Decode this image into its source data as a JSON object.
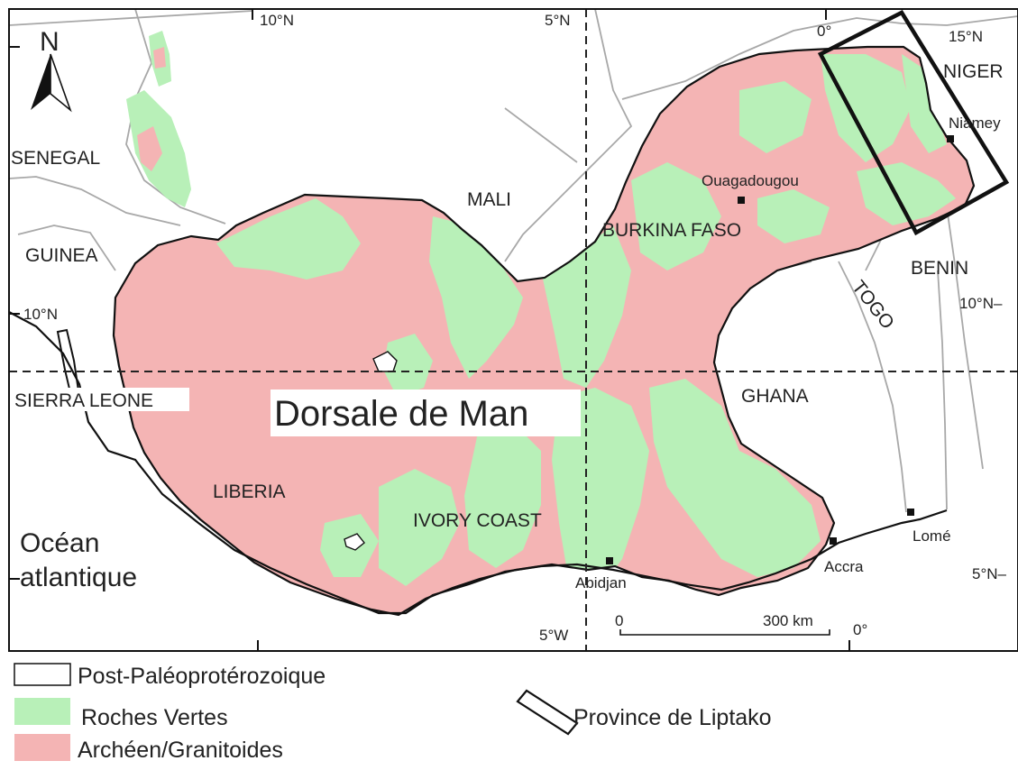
{
  "colors": {
    "greenstone": "#b8f0b8",
    "granitoid": "#f4b4b4",
    "border": "#a8a8a8",
    "outline": "#111111",
    "grid": "#222222"
  },
  "north": {
    "letter": "N",
    "icon": "north-arrow-icon"
  },
  "countries": {
    "senegal": "SENEGAL",
    "guinea": "GUINEA",
    "mali": "MALI",
    "burkina": "BURKINA FASO",
    "niger": "NIGER",
    "benin": "BENIN",
    "togo": "TOGO",
    "ghana": "GHANA",
    "sierra": "SIERRA LEONE",
    "liberia": "LIBERIA",
    "ivory": "IVORY COAST"
  },
  "cities": {
    "ouaga": "Ouagadougou",
    "niamey": "Niamey",
    "abidjan": "Abidjan",
    "accra": "Accra",
    "lome": "Lomé"
  },
  "coordinates": {
    "top_10n": "10°N",
    "top_5n": "5°N",
    "top_0": "0°",
    "top_15n": "15°N",
    "left_10n": "10°N",
    "right_10n": "10°N–",
    "right_5n": "5°N–",
    "bottom_5w": "5°W",
    "bottom_0": "0°"
  },
  "scale": {
    "start": "0",
    "end": "300 km"
  },
  "feature_label": "Dorsale de Man",
  "ocean": {
    "line1": "Océan",
    "line2": "atlantique"
  },
  "legend": {
    "post": "Post-Paléoprotérozoique",
    "green": "Roches Vertes",
    "granite": "Archéen/Granitoides",
    "province": "Province de Liptako"
  }
}
